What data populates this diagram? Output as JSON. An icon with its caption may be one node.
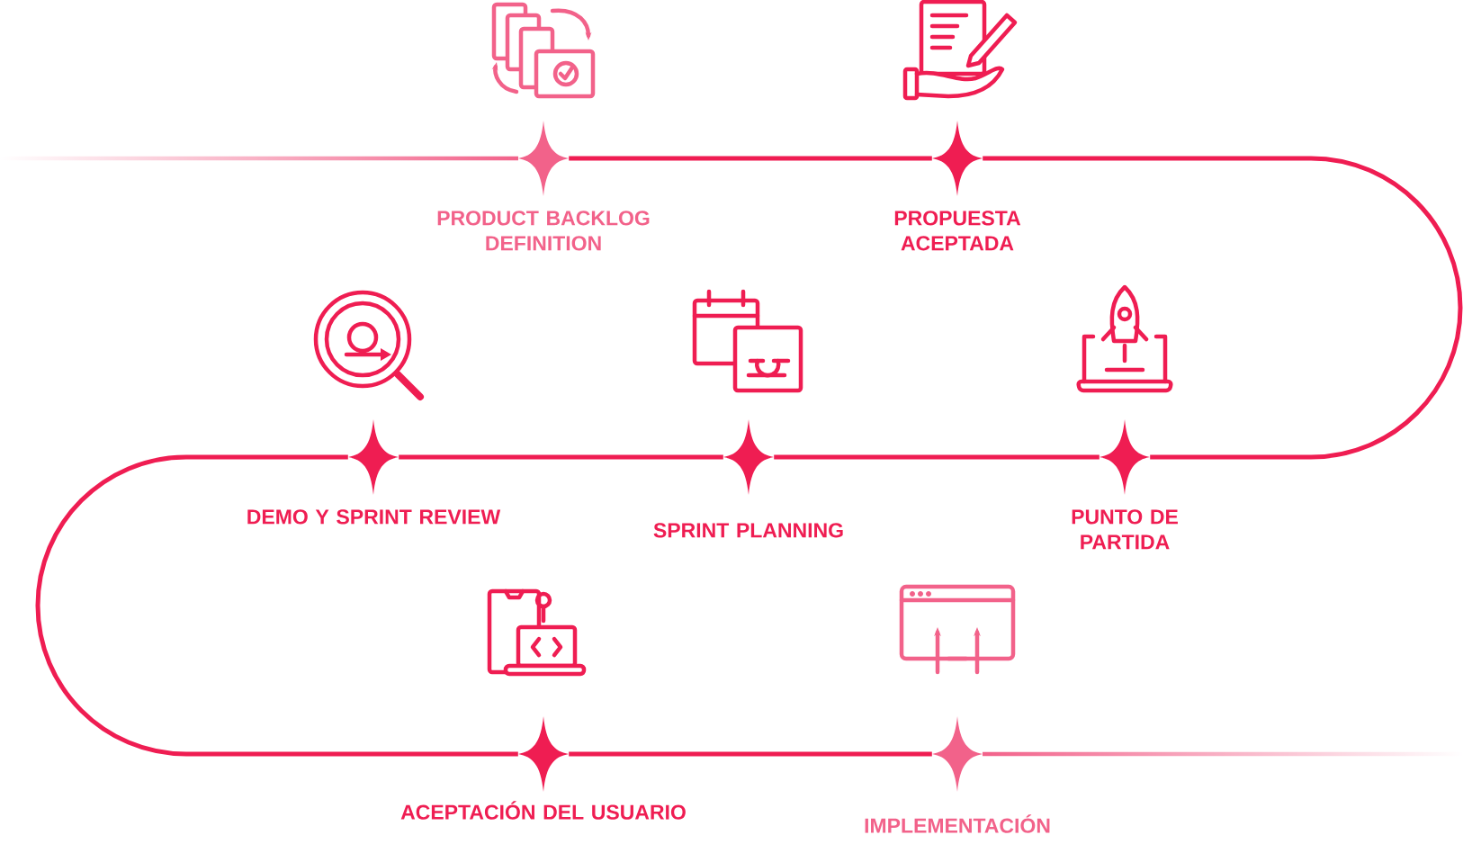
{
  "diagram": {
    "nodes": [
      {
        "text": [
          "PRODUCT BACKLOG DEFINITION"
        ]
      },
      {
        "text": [
          "PROPUESTA ACEPTADA"
        ]
      },
      {
        "text": [
          "DEMO Y SPRINT REVIEW"
        ]
      },
      {
        "text": [
          "SPRINT PLANNING"
        ]
      },
      {
        "text": [
          "PUNTO DE PARTIDA"
        ]
      },
      {
        "text": [
          "ACEPTACIÓN DEL USUARIO"
        ]
      },
      {
        "text": [
          "IMPLEMENTACIÓN"
        ]
      }
    ],
    "edges": [
      {
        "from": 0,
        "to": 1,
        "arrow": "none"
      },
      {
        "from": 1,
        "to": 4,
        "arrow": "none"
      },
      {
        "from": 4,
        "to": 3,
        "arrow": "none"
      },
      {
        "from": 3,
        "to": 2,
        "arrow": "none"
      },
      {
        "from": 2,
        "to": 5,
        "arrow": "none"
      },
      {
        "from": 5,
        "to": 6,
        "arrow": "none"
      }
    ]
  }
}
